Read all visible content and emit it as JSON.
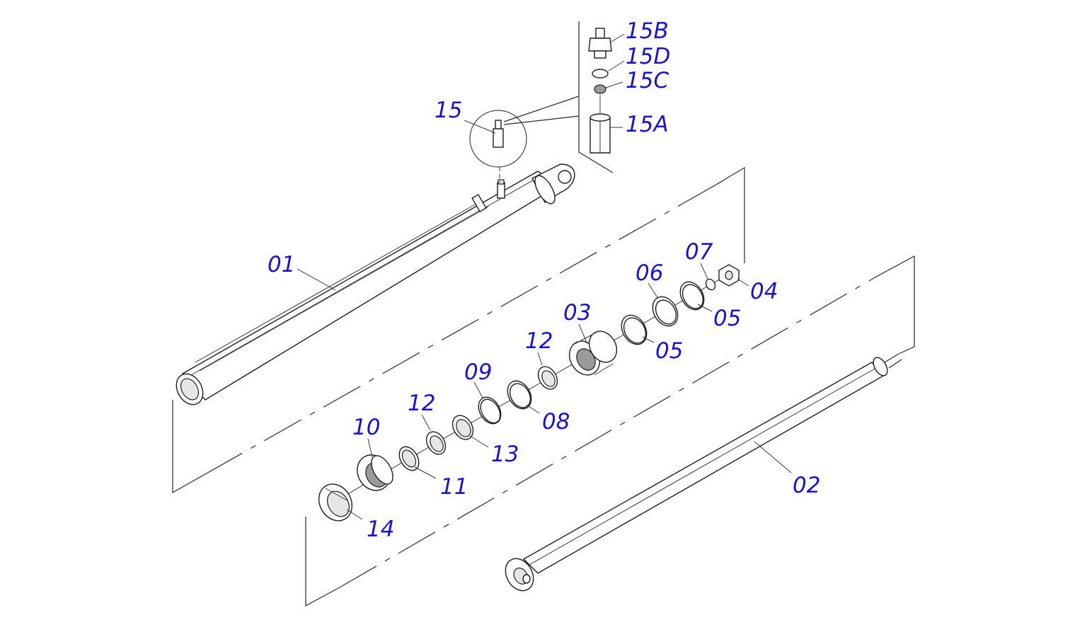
{
  "callouts": {
    "p01": "01",
    "p02": "02",
    "p03": "03",
    "p04": "04",
    "p05a": "05",
    "p05b": "05",
    "p06": "06",
    "p07": "07",
    "p08": "08",
    "p09": "09",
    "p10": "10",
    "p11": "11",
    "p12a": "12",
    "p12b": "12",
    "p13": "13",
    "p14": "14",
    "p15": "15",
    "p15a": "15A",
    "p15b": "15B",
    "p15c": "15C",
    "p15d": "15D"
  },
  "colors": {
    "callout_text": "#1a14c8",
    "line_art": "#1e1e1e",
    "background": "#ffffff"
  }
}
